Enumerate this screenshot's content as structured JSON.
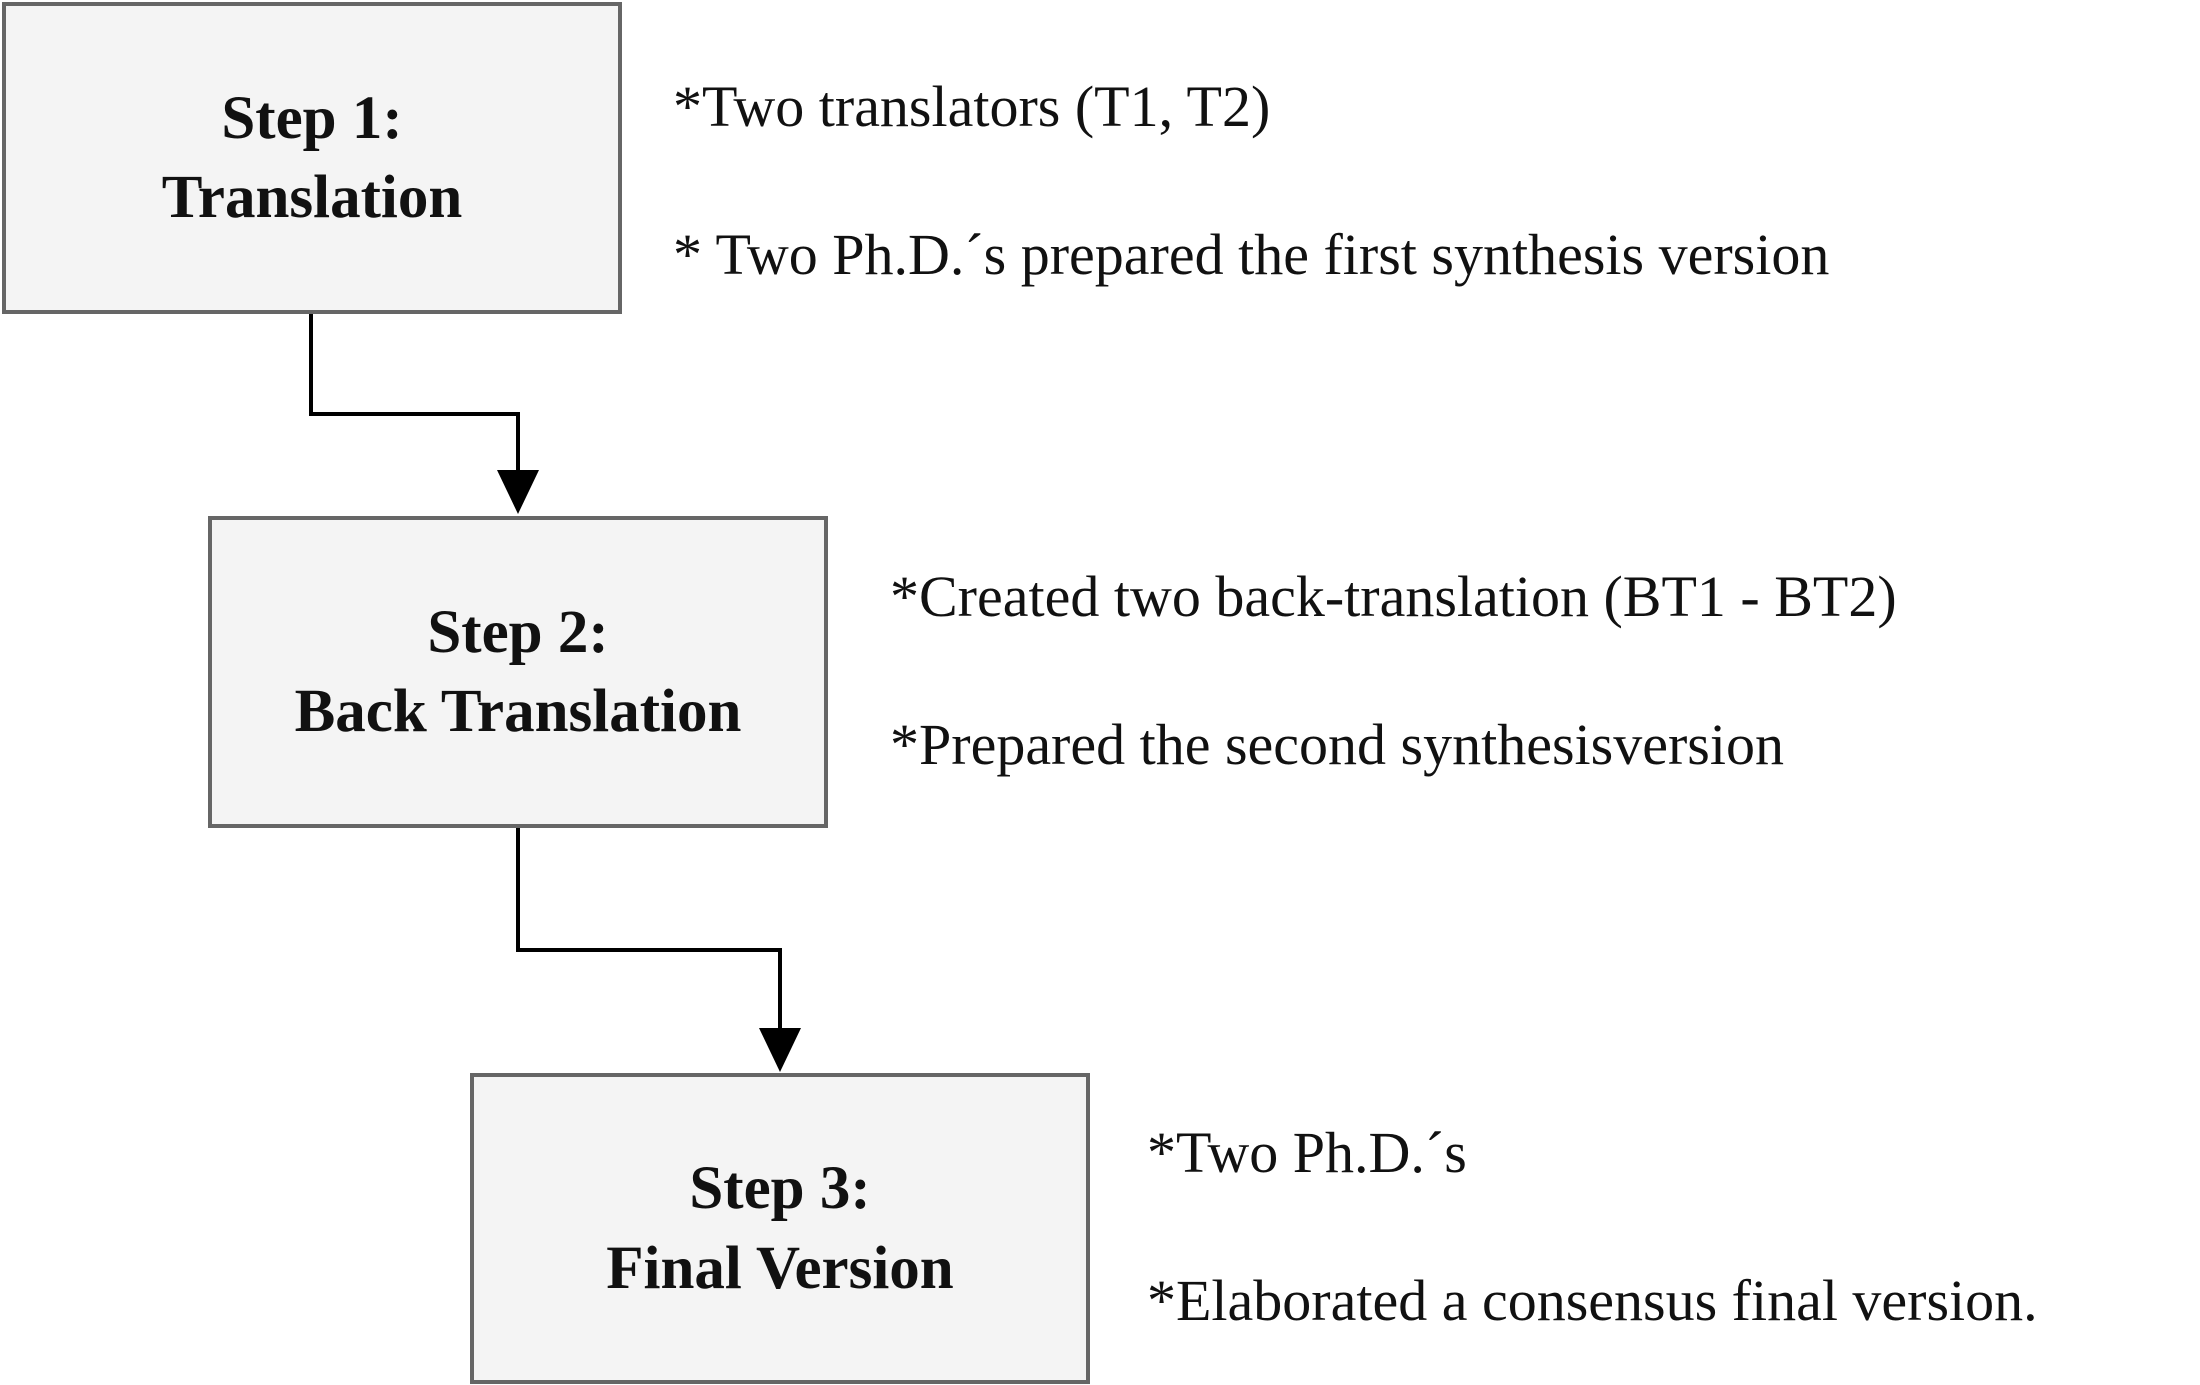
{
  "steps": [
    {
      "label": "Step 1:",
      "title": "Translation",
      "notes": [
        "*Two translators (T1, T2)",
        "* Two Ph.D.´s prepared the first synthesis version"
      ]
    },
    {
      "label": "Step 2:",
      "title": "Back Translation",
      "notes": [
        "*Created two back-translation (BT1 - BT2)",
        "*Prepared the second synthesisversion"
      ]
    },
    {
      "label": "Step 3:",
      "title": "Final Version",
      "notes": [
        "*Two Ph.D.´s",
        "*Elaborated a consensus final version."
      ]
    }
  ],
  "colors": {
    "box_fill": "#f4f4f4",
    "box_border": "#666666",
    "arrow": "#000000",
    "text": "#111111"
  }
}
